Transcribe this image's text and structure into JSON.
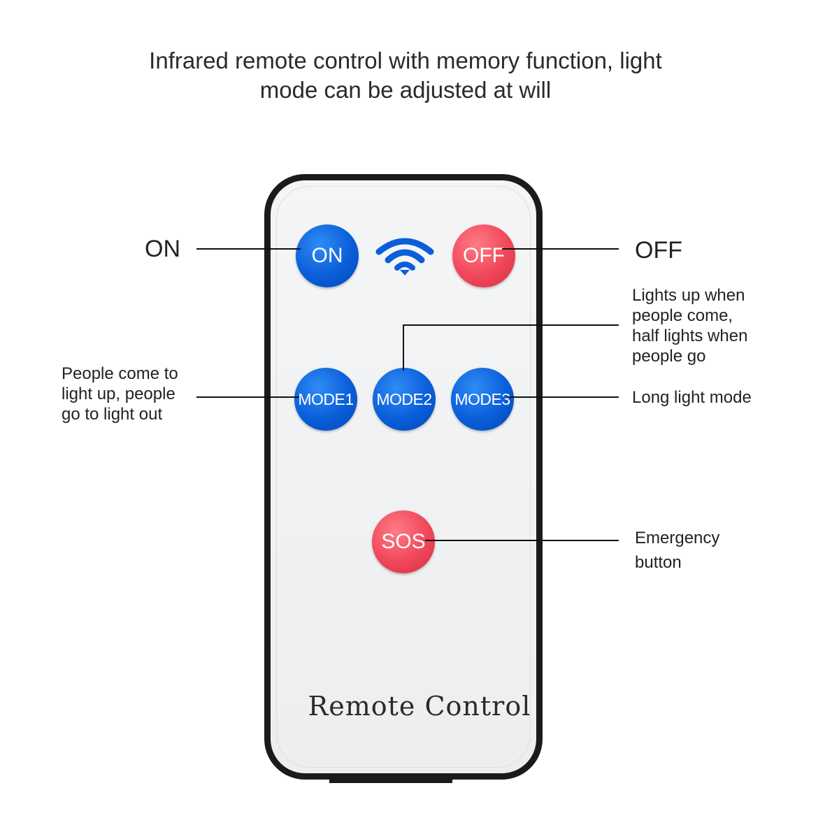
{
  "heading": {
    "line1": "Infrared remote control with memory function, light",
    "line2": "mode can be adjusted at will"
  },
  "remote": {
    "brand": "Remote Control",
    "buttons": {
      "on": "ON",
      "off": "OFF",
      "mode1": "MODE1",
      "mode2": "MODE2",
      "mode3": "MODE3",
      "sos": "SOS"
    }
  },
  "callouts": {
    "on": "ON",
    "off": "OFF",
    "mode1": [
      "People come to",
      "light up, people",
      "go to light out"
    ],
    "mode2": [
      "Lights up when",
      "people come,",
      "half lights when",
      "people go"
    ],
    "mode3": "Long light mode",
    "sos": [
      "Emergency",
      "button"
    ]
  },
  "colors": {
    "blue_button": "#0a5ed9",
    "red_button": "#f0475a",
    "remote_border": "#1b1b1b",
    "wifi_icon": "#0a5ed9"
  }
}
